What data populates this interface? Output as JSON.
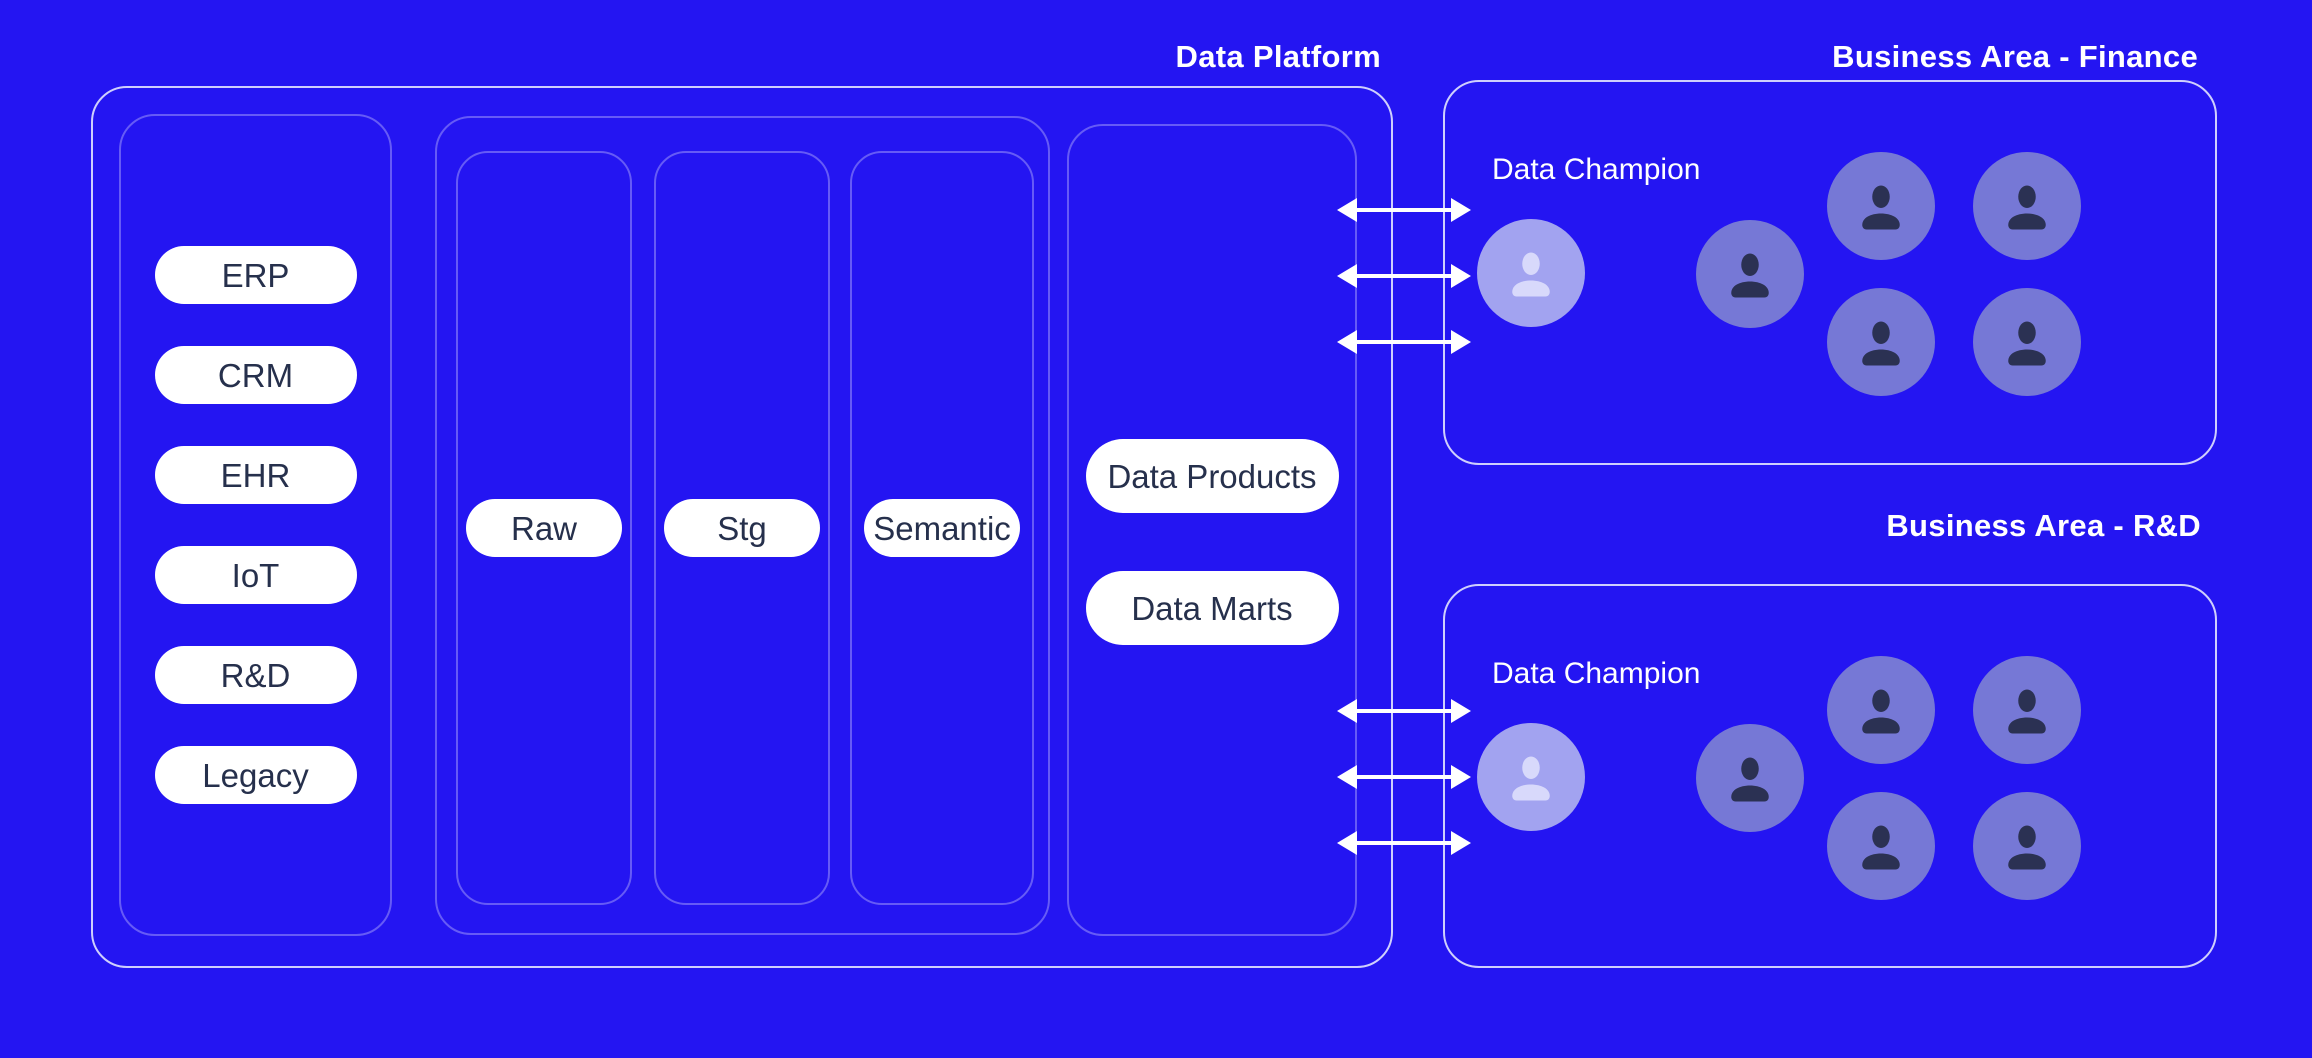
{
  "colors": {
    "background": "#2415F2",
    "pill_bg": "#FFFFFF",
    "pill_text": "#26304C",
    "title_text": "#FFFFFF",
    "member_circle": "#7678D6",
    "member_icon": "#2B3153",
    "champion_circle": "#A2A3F0",
    "champion_icon": "#D8D9FB",
    "arrow": "#FFFFFF"
  },
  "platform": {
    "title": "Data Platform",
    "sources": [
      "ERP",
      "CRM",
      "EHR",
      "IoT",
      "R&D",
      "Legacy"
    ],
    "stages": [
      "Raw",
      "Stg",
      "Semantic"
    ],
    "outputs": [
      "Data Products",
      "Data Marts"
    ]
  },
  "business_areas": [
    {
      "title": "Business Area - Finance",
      "champion_label": "Data Champion",
      "member_count": 5
    },
    {
      "title": "Business Area - R&D",
      "champion_label": "Data Champion",
      "member_count": 5
    }
  ]
}
